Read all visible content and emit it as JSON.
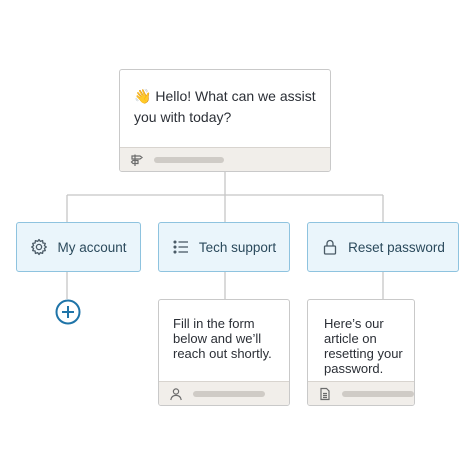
{
  "greeting": {
    "emoji": "👋",
    "text": "Hello! What can we assist you with today?",
    "footer_icon": "signpost-icon"
  },
  "options": [
    {
      "label": "My account",
      "icon": "gear-icon"
    },
    {
      "label": "Tech support",
      "icon": "list-icon"
    },
    {
      "label": "Reset password",
      "icon": "lock-icon"
    }
  ],
  "responses": [
    {
      "text": "Fill in the form below and we’ll reach out shortly.",
      "footer_icon": "person-icon"
    },
    {
      "text": "Here’s our article on resetting your password.",
      "footer_icon": "document-icon"
    }
  ],
  "add_step": {
    "icon": "plus-circle-icon"
  },
  "colors": {
    "option_fill": "#eaf5fb",
    "option_border": "#8ec3df",
    "plus_accent": "#1f74a8",
    "footer_fill": "#f1eeea",
    "connector": "#c5c5c5"
  }
}
